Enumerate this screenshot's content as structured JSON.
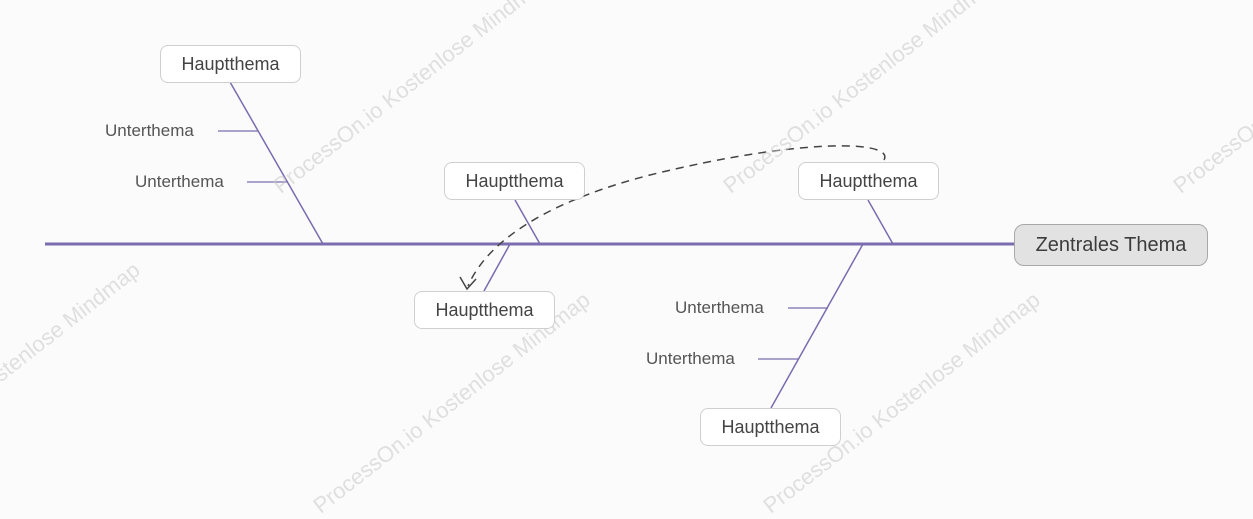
{
  "watermarks": [
    "ProcessOn.io Kostenlose Mindmap"
  ],
  "colors": {
    "spine": "#7a6cae",
    "branch": "#7a6cae",
    "node_border": "#cfcfcf",
    "central_fill": "#e2e2e2",
    "relation_line": "#444444"
  },
  "central_topic": "Zentrales Thema",
  "main_topics": [
    {
      "label": "Hauptthema",
      "subtopics": [
        "Unterthema",
        "Unterthema"
      ]
    },
    {
      "label": "Hauptthema",
      "subtopics": []
    },
    {
      "label": "Hauptthema",
      "subtopics": []
    },
    {
      "label": "Hauptthema",
      "subtopics": []
    },
    {
      "label": "Hauptthema",
      "subtopics": [
        "Unterthema",
        "Unterthema"
      ]
    }
  ]
}
